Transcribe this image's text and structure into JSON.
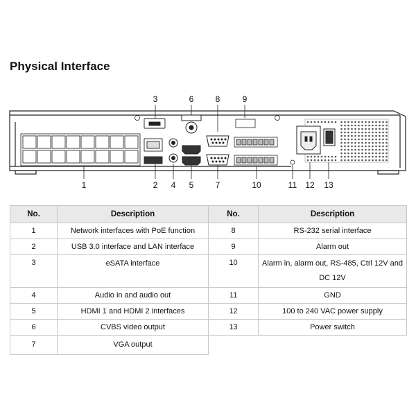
{
  "title": "Physical Interface",
  "callouts": {
    "top": [
      "3",
      "6",
      "8",
      "9"
    ],
    "bottom": [
      "1",
      "2",
      "4",
      "5",
      "7",
      "10",
      "11",
      "12",
      "13"
    ]
  },
  "table": {
    "headers": [
      "No.",
      "Description",
      "No.",
      "Description"
    ],
    "rows": [
      {
        "n1": "1",
        "d1": "Network interfaces with PoE function",
        "n2": "8",
        "d2": "RS-232 serial interface"
      },
      {
        "n1": "2",
        "d1": "USB 3.0 interface and LAN interface",
        "n2": "9",
        "d2": "Alarm out"
      },
      {
        "n1": "3",
        "d1": "eSATA interface",
        "n2": "10",
        "d2": "Alarm in, alarm out, RS-485, Ctrl 12V and DC 12V"
      },
      {
        "n1": "4",
        "d1": "Audio in and audio out",
        "n2": "11",
        "d2": "GND"
      },
      {
        "n1": "5",
        "d1": "HDMI 1 and HDMI 2 interfaces",
        "n2": "12",
        "d2": "100 to 240 VAC power supply"
      },
      {
        "n1": "6",
        "d1": "CVBS video output",
        "n2": "13",
        "d2": "Power switch"
      },
      {
        "n1": "7",
        "d1": "VGA output",
        "n2": "",
        "d2": ""
      }
    ]
  }
}
